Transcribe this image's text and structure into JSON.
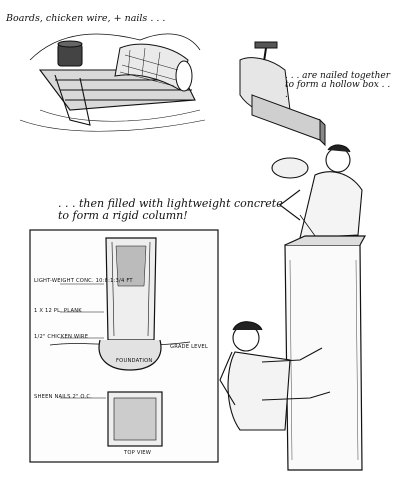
{
  "captions": {
    "top_left": "Boards, chicken wire, + nails . . .",
    "top_right": ". . . are nailed together to form a hollow box . . .",
    "middle": ". . . then filled with lightweight concrete to form a rigid column!"
  },
  "diagram_labels": {
    "concrete": "LIGHT-WEIGHT CONC. 10:8:1:3/4 FT",
    "plank": "1 X 12 PL. PLANK",
    "chicken_wire": "1/2\" CHICKEN WIRE",
    "grade": "GRADE LEVEL",
    "foundation": "FOUNDATION",
    "nails": "SHEEN NAILS 2\" O.C.",
    "view": "TOP VIEW"
  },
  "icons": [
    "lumber-stack-sketch",
    "wire-roll-sketch",
    "hammer-sketch",
    "worker-pouring-sketch",
    "worker-lifting-sketch"
  ]
}
